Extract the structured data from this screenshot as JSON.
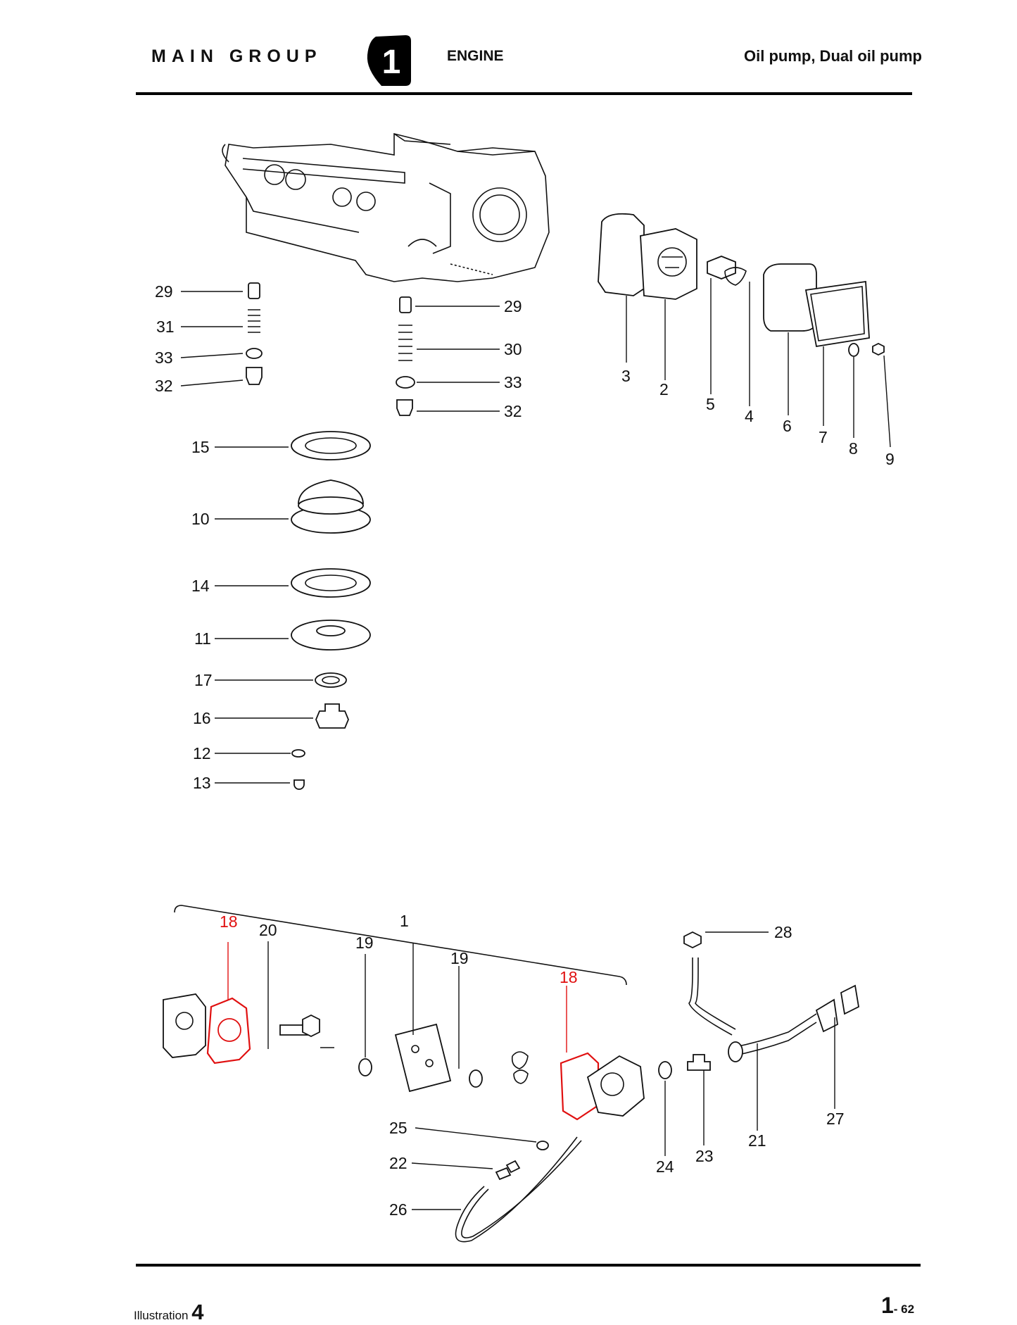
{
  "header": {
    "main_group": "MAIN GROUP",
    "group_number": "1",
    "category": "ENGINE",
    "section": "Oil pump, Dual oil pump"
  },
  "footer": {
    "illustration_word": "Illustration",
    "illustration_number": "4",
    "page_main": "1",
    "page_sub": "- 62"
  },
  "labels": {
    "l29a": "29",
    "l31": "31",
    "l33a": "33",
    "l32a": "32",
    "l29b": "29",
    "l30": "30",
    "l33b": "33",
    "l32b": "32",
    "l3": "3",
    "l2": "2",
    "l5": "5",
    "l4": "4",
    "l6": "6",
    "l7": "7",
    "l8": "8",
    "l9": "9",
    "l15": "15",
    "l10": "10",
    "l14": "14",
    "l11": "11",
    "l17": "17",
    "l16": "16",
    "l12": "12",
    "l13": "13",
    "l18a": "18",
    "l20": "20",
    "l1": "1",
    "l19a": "19",
    "l19b": "19",
    "l18b": "18",
    "l28": "28",
    "l25": "25",
    "l22": "22",
    "l26": "26",
    "l24": "24",
    "l23": "23",
    "l21": "21",
    "l27": "27"
  },
  "colors": {
    "highlight": "#e01010",
    "ink": "#111111"
  }
}
